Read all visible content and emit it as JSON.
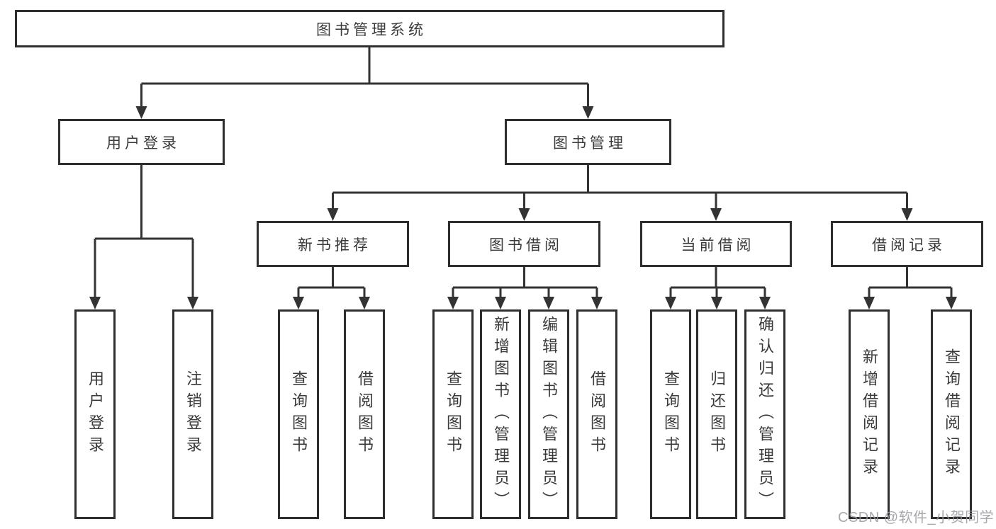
{
  "title": "图书管理系统",
  "colors": {
    "line": "#333333",
    "border": "#2e2e2e",
    "text": "#3a3a3a",
    "background": "#ffffff",
    "watermark": "#96999e"
  },
  "tree": {
    "root": {
      "label": "图书管理系统"
    },
    "branches": [
      {
        "label": "用户登录",
        "children": [
          {
            "label": "用户登录"
          },
          {
            "label": "注销登录"
          }
        ]
      },
      {
        "label": "图书管理",
        "children": [
          {
            "label": "新书推荐",
            "children": [
              {
                "label": "查询图书"
              },
              {
                "label": "借阅图书"
              }
            ]
          },
          {
            "label": "图书借阅",
            "children": [
              {
                "label": "查询图书"
              },
              {
                "label": "新增图书（管理员）"
              },
              {
                "label": "编辑图书（管理员）"
              },
              {
                "label": "借阅图书"
              }
            ]
          },
          {
            "label": "当前借阅",
            "children": [
              {
                "label": "查询图书"
              },
              {
                "label": "归还图书"
              },
              {
                "label": "确认归还（管理员）"
              }
            ]
          },
          {
            "label": "借阅记录",
            "children": [
              {
                "label": "新增借阅记录"
              },
              {
                "label": "查询借阅记录"
              }
            ]
          }
        ]
      }
    ]
  },
  "watermark": {
    "text": "CSDN @软件_小贺同学"
  }
}
